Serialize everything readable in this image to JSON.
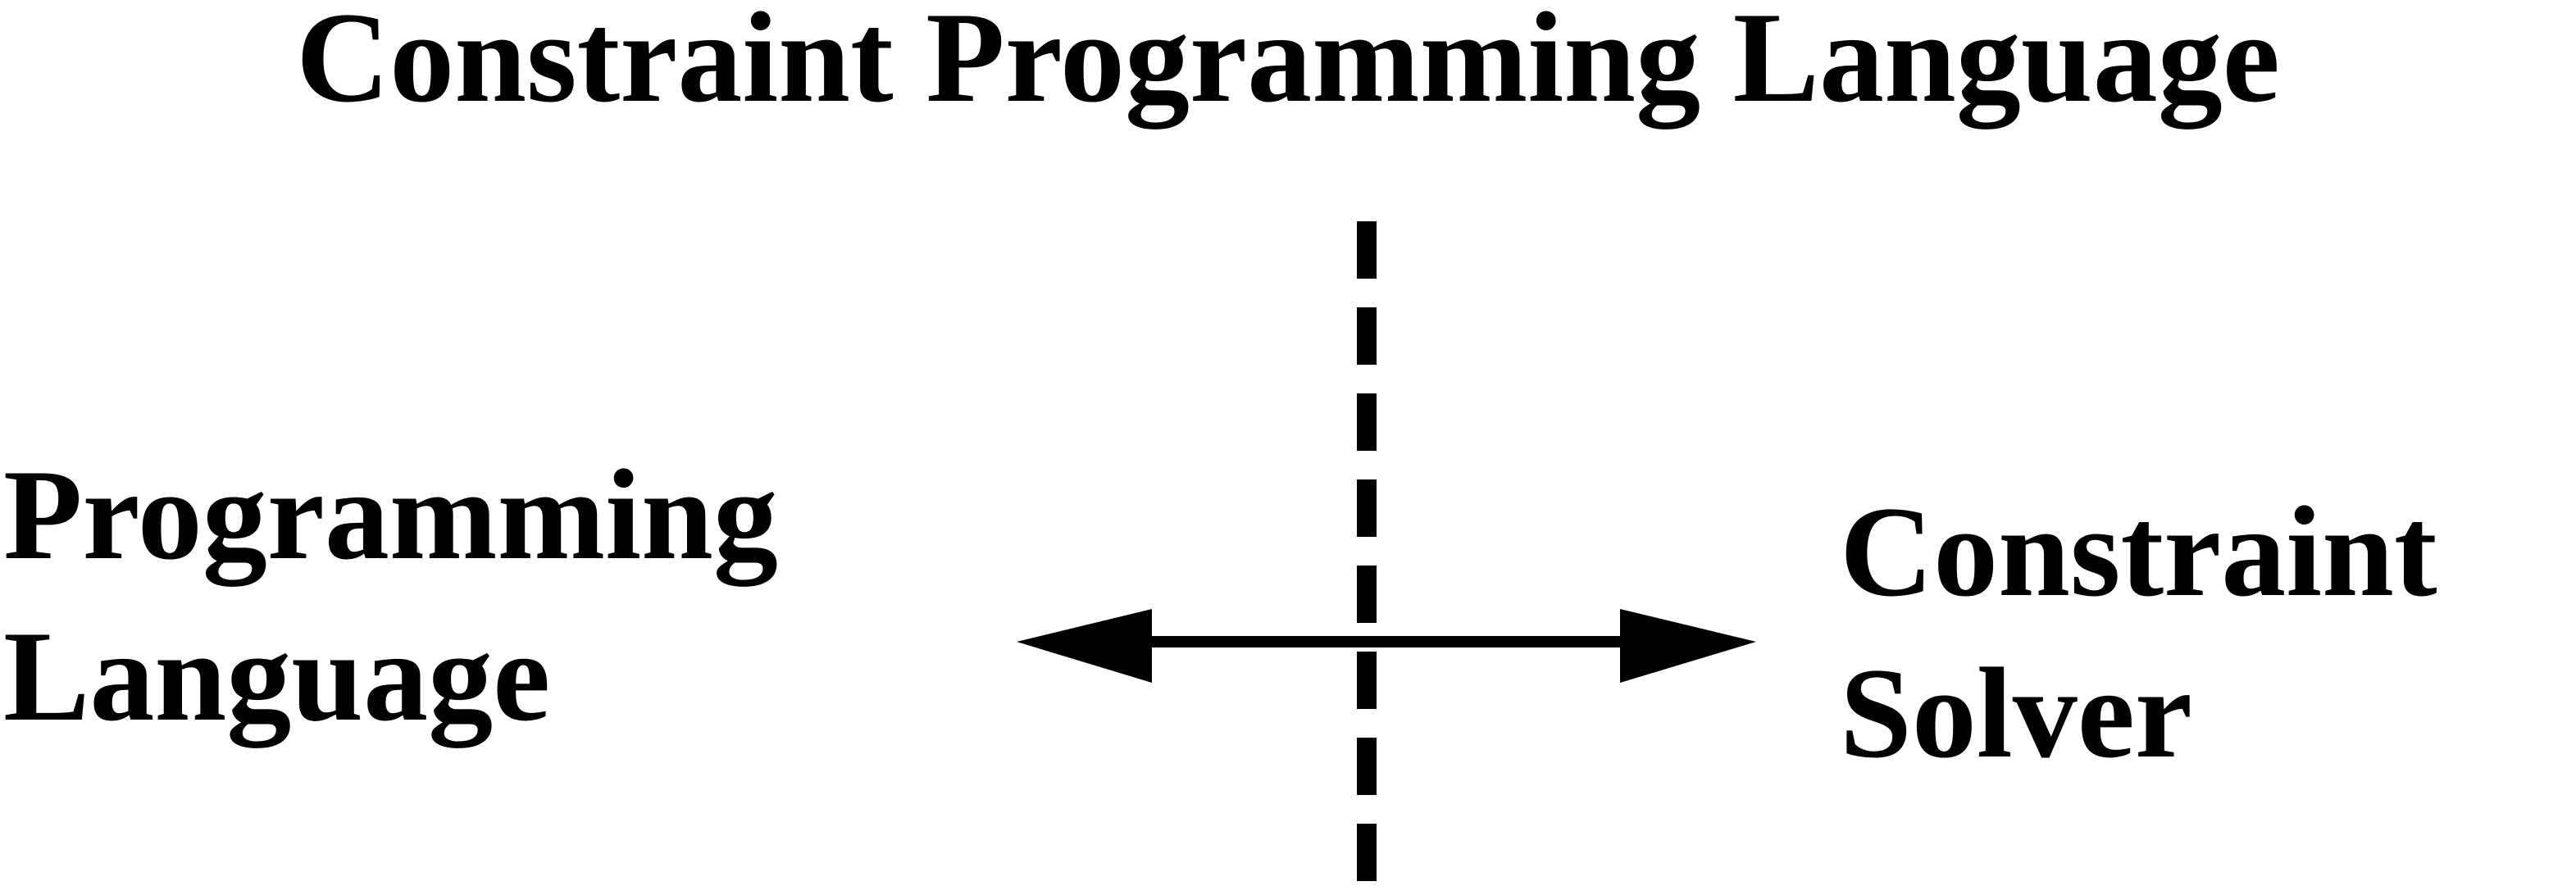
{
  "title": "Constraint Programming Language",
  "left_label": {
    "line1": "Programming",
    "line2": "Language"
  },
  "right_label": {
    "line1": "Constraint",
    "line2": "Solver"
  },
  "colors": {
    "ink": "#000000",
    "background": "#ffffff"
  },
  "diagram": {
    "divider": "dashed-vertical-line",
    "connector": "double-headed-arrow"
  }
}
